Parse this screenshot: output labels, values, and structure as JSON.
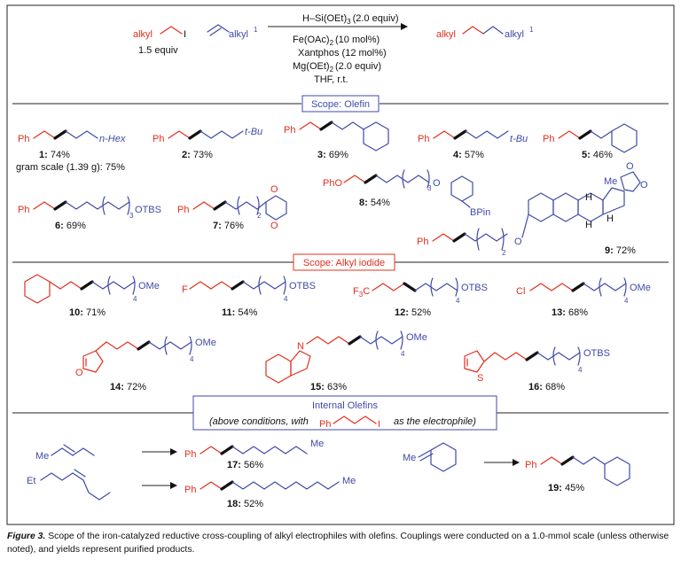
{
  "colors": {
    "accent_red": "#e0301e",
    "accent_blue": "#3f4aa8",
    "text": "#111111"
  },
  "reaction": {
    "reactant1_label": "alkyl",
    "reactant1_equiv": "1.5 equiv",
    "reactant2_label": "alkyl",
    "silane": "H–Si(OEt)",
    "silane_equiv": "(2.0 equiv)",
    "catalyst": "Fe(OAc)",
    "catalyst_loading": "(10 mol%)",
    "ligand": "Xantphos (12 mol%)",
    "additive": "Mg(OEt)",
    "additive_equiv": "(2.0 equiv)",
    "solvent": "THF, r.t.",
    "product_left": "alkyl",
    "product_right": "alkyl"
  },
  "sections": {
    "olefin": "Scope: Olefin",
    "iodide": "Scope: Alkyl iodide",
    "internal_title": "Internal Olefins",
    "internal_note_pre": "(above conditions, with",
    "internal_note_post": "as the electrophile)"
  },
  "compounds": [
    {
      "id": "1",
      "yield": "74%"
    },
    {
      "id": "2",
      "yield": "73%"
    },
    {
      "id": "3",
      "yield": "69%"
    },
    {
      "id": "4",
      "yield": "57%"
    },
    {
      "id": "5",
      "yield": "46%"
    },
    {
      "id": "6",
      "yield": "69%"
    },
    {
      "id": "7",
      "yield": "76%"
    },
    {
      "id": "8",
      "yield": "54%"
    },
    {
      "id": "9",
      "yield": "72%"
    },
    {
      "id": "10",
      "yield": "71%"
    },
    {
      "id": "11",
      "yield": "54%"
    },
    {
      "id": "12",
      "yield": "52%"
    },
    {
      "id": "13",
      "yield": "68%"
    },
    {
      "id": "14",
      "yield": "72%"
    },
    {
      "id": "15",
      "yield": "63%"
    },
    {
      "id": "16",
      "yield": "68%"
    },
    {
      "id": "17",
      "yield": "56%"
    },
    {
      "id": "18",
      "yield": "52%"
    },
    {
      "id": "19",
      "yield": "45%"
    }
  ],
  "gram_scale": "gram scale (1.39 g): 75%",
  "groups": {
    "ph": "Ph",
    "nhex": "n-Hex",
    "tbu": "t-Bu",
    "otbs": "OTBS",
    "ome": "OMe",
    "pho": "PhO",
    "bpin": "BPin",
    "me": "Me",
    "et": "Et",
    "f": "F",
    "cl": "Cl",
    "f3c": "F",
    "n": "N",
    "s": "S",
    "o": "O",
    "h": "H",
    "i": "I",
    "n2": "2",
    "n3": "3",
    "n4": "4",
    "one": "1",
    "sub2": "2",
    "sub3": "3"
  },
  "caption": {
    "label": "Figure 3.",
    "text": " Scope of the iron-catalyzed reductive cross-coupling of alkyl electrophiles with olefins. Couplings were conducted on a 1.0-mmol scale (unless otherwise noted), and yields represent purified products."
  }
}
